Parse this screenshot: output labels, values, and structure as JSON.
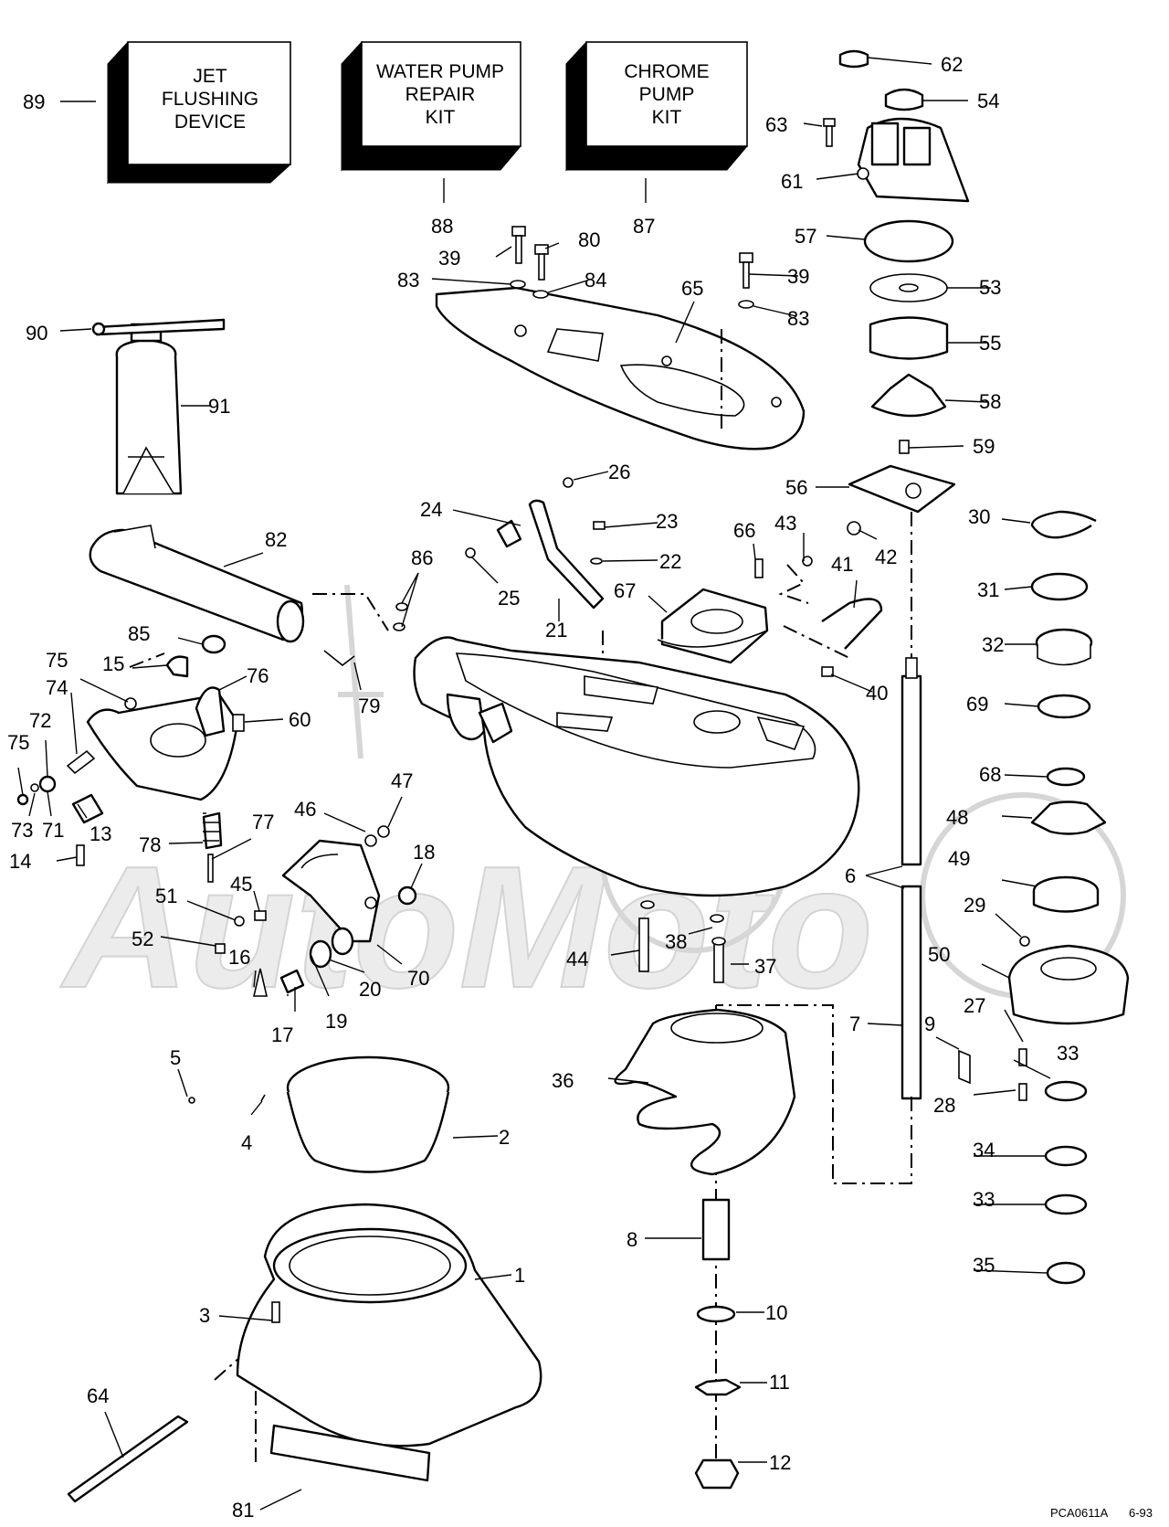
{
  "kits": [
    {
      "key": "jet",
      "lines": [
        "JET",
        "FLUSHING",
        "DEVICE"
      ],
      "part": "89"
    },
    {
      "key": "water",
      "lines": [
        "WATER PUMP",
        "REPAIR",
        "KIT"
      ],
      "part": "88"
    },
    {
      "key": "chrome",
      "lines": [
        "CHROME",
        "PUMP",
        "KIT"
      ],
      "part": "87"
    }
  ],
  "diagram_code": "PCA0611A",
  "diagram_date": "6-93",
  "labels": {
    "n62": "62",
    "n54": "54",
    "n63": "63",
    "n61": "61",
    "n57": "57",
    "n53": "53",
    "n55": "55",
    "n58": "58",
    "n59": "59",
    "n56": "56",
    "n30": "30",
    "n31": "31",
    "n32": "32",
    "n69": "69",
    "n68": "68",
    "n48": "48",
    "n49": "49",
    "n29": "29",
    "n50": "50",
    "n27": "27",
    "n33a": "33",
    "n28": "28",
    "n9": "9",
    "n7": "7",
    "n6": "6",
    "n34": "34",
    "n33b": "33",
    "n35": "35",
    "n39a": "39",
    "n80": "80",
    "n83a": "83",
    "n84": "84",
    "n65": "65",
    "n39b": "39",
    "n83b": "83",
    "n90": "90",
    "n91": "91",
    "n82": "82",
    "n26": "26",
    "n24": "24",
    "n23": "23",
    "n22": "22",
    "n25": "25",
    "n21": "21",
    "n67": "67",
    "n66": "66",
    "n43": "43",
    "n42": "42",
    "n41": "41",
    "n40": "40",
    "n86": "86",
    "n85": "85",
    "n79": "79",
    "n75a": "75",
    "n15": "15",
    "n76": "76",
    "n74": "74",
    "n60": "60",
    "n72": "72",
    "n75b": "75",
    "n73": "73",
    "n71": "71",
    "n13": "13",
    "n14": "14",
    "n78": "78",
    "n77": "77",
    "n46": "46",
    "n47": "47",
    "n18": "18",
    "n51": "51",
    "n45": "45",
    "n52": "52",
    "n16": "16",
    "n70": "70",
    "n20": "20",
    "n19": "19",
    "n17": "17",
    "n44": "44",
    "n38": "38",
    "n37": "37",
    "n36": "36",
    "n5": "5",
    "n4": "4",
    "n2": "2",
    "n8": "8",
    "n10": "10",
    "n11": "11",
    "n12": "12",
    "n1": "1",
    "n3": "3",
    "n64": "64",
    "n81": "81"
  }
}
